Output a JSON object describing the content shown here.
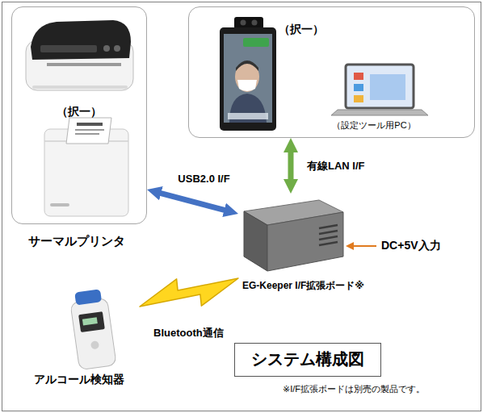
{
  "diagram": {
    "nodes": [
      {
        "text": [
          "（択一）",
          "サーマルプリンタ"
        ]
      },
      {
        "text": [
          "（択一）",
          "（設定ツール用PC）"
        ]
      },
      {
        "text": [
          "EG-Keeper I/F拡張ボード※"
        ]
      },
      {
        "text": [
          "アルコール検知器"
        ]
      },
      {
        "text": [
          "システム構成図"
        ]
      }
    ],
    "edges": [
      {
        "from": 0,
        "to": 2,
        "label": "USB2.0 I/F",
        "arrow": "both"
      },
      {
        "from": 1,
        "to": 2,
        "label": "有線LAN I/F",
        "arrow": "both"
      },
      {
        "from": 3,
        "to": 2,
        "label": "Bluetooth通信",
        "arrow": "none"
      }
    ],
    "labels": [
      "DC+5V入力",
      "※I/F拡張ボードは別売の製品です。"
    ]
  }
}
